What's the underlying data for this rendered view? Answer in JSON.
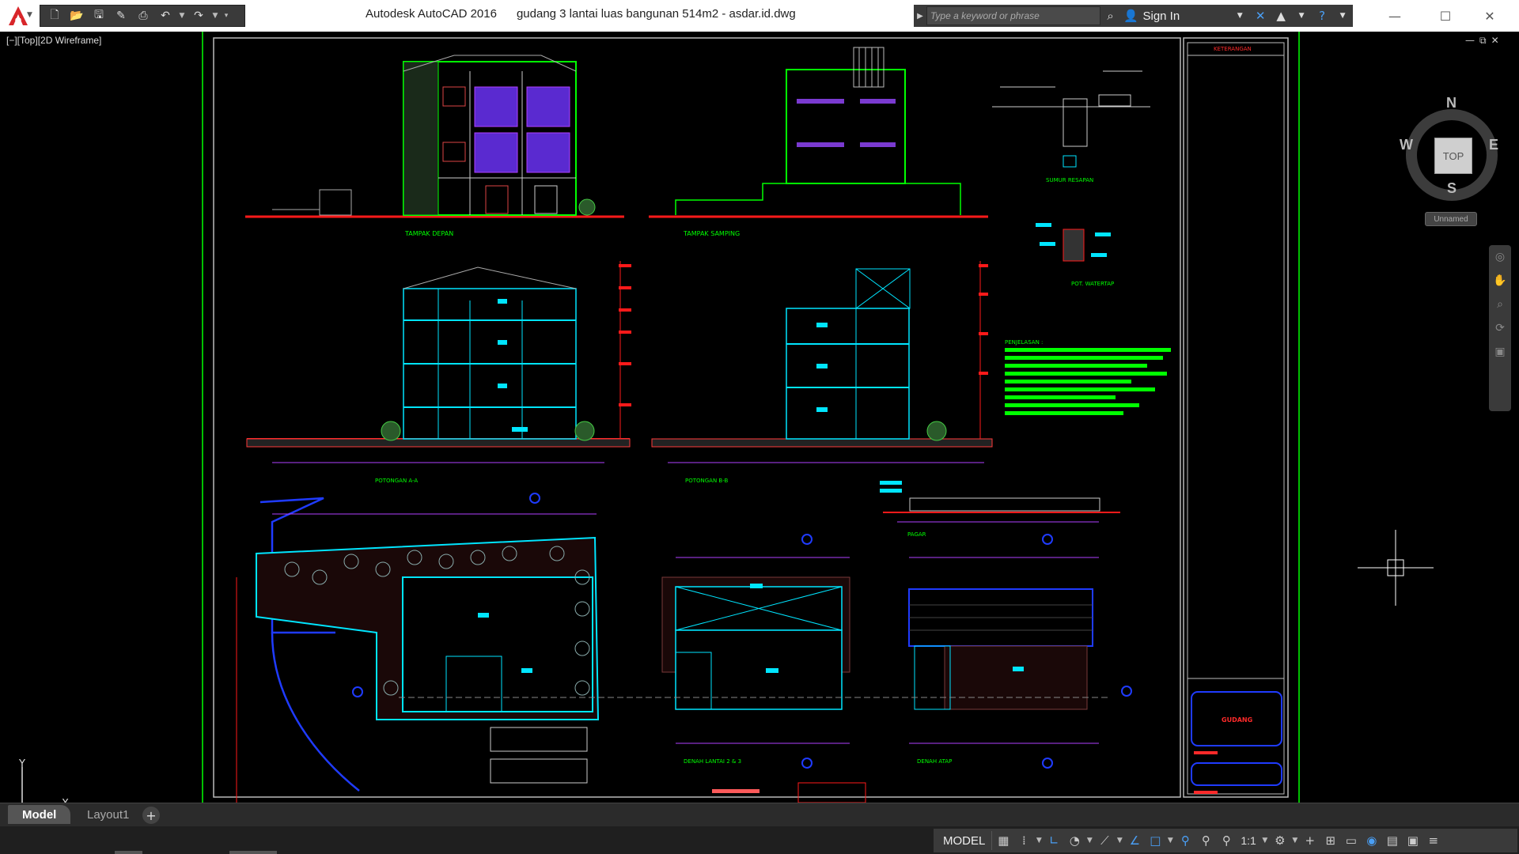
{
  "window": {
    "title": "Autodesk AutoCAD 2016      gudang 3 lantai luas bangunan 514m2 - asdar.id.dwg",
    "minimize": "—",
    "maximize": "☐",
    "close": "✕"
  },
  "search": {
    "placeholder": "Type a keyword or phrase"
  },
  "account": {
    "sign_in": "Sign In"
  },
  "viewport": {
    "label": "[−][Top][2D Wireframe]",
    "controls": [
      "—",
      "⧉",
      "✕"
    ]
  },
  "viewcube": {
    "top_label": "TOP",
    "north": "N",
    "south": "S",
    "east": "E",
    "west": "W",
    "wcs_menu": "Unnamed"
  },
  "drawing": {
    "view_captions": [
      "TAMPAK DEPAN",
      "TAMPAK SAMPING",
      "POTONGAN A-A",
      "POTONGAN B-B",
      "DENAH LANTAI 2 & 3",
      "DENAH ATAP",
      "PAGAR",
      "SUMUR RESAPAN",
      "POT. WATERTAP",
      "PENJELASAN :"
    ],
    "title_block": {
      "header": "KETERANGAN",
      "project": "GUDANG"
    }
  },
  "ucs": {
    "x_label": "X",
    "y_label": "Y"
  },
  "tabs": {
    "model": "Model",
    "layout1": "Layout1",
    "add": "+"
  },
  "statusbar": {
    "model": "MODEL",
    "scale": "1:1"
  },
  "colors": {
    "background": "#000000",
    "green": "#00ff00",
    "cyan": "#00e5ff",
    "magenta": "#b040ff",
    "red": "#ff1a1a",
    "blue": "#1f3bff",
    "accent_blue": "#4a9ff5"
  }
}
